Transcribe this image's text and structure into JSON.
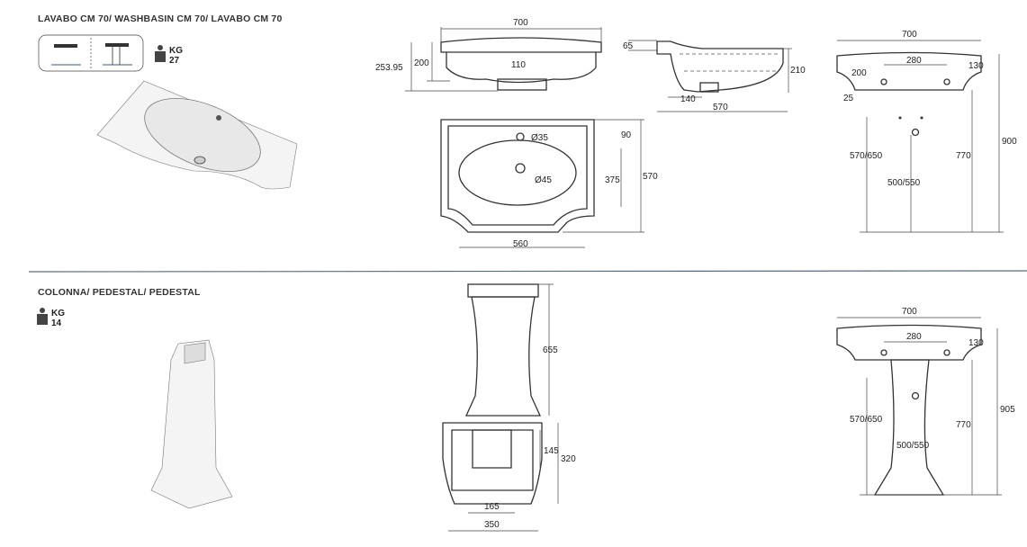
{
  "washbasin": {
    "title": "LAVABO CM 70/ WASHBASIN CM 70/ LAVABO CM 70",
    "weight_unit": "KG",
    "weight": "27",
    "front_view": {
      "width": "700",
      "total_height": "253.95",
      "height": "200",
      "center": "110"
    },
    "side_view": {
      "rim": "65",
      "height": "210",
      "drain": "140",
      "depth": "570"
    },
    "plan_view": {
      "tap_hole": "Ø35",
      "drain_hole": "Ø45",
      "tap_offset": "90",
      "bowl_depth": "375",
      "depth": "570",
      "bottom_width": "560"
    },
    "wall_view": {
      "width": "700",
      "side_height": "200",
      "hole_spacing": "280",
      "hole_offset": "130",
      "thickness": "25",
      "supply_height": "570/650",
      "drain_height": "500/550",
      "rim_height": "770",
      "total_height": "900"
    }
  },
  "pedestal": {
    "title": "COLONNA/ PEDESTAL/ PEDESTAL",
    "weight_unit": "KG",
    "weight": "14",
    "front_view": {
      "height": "655"
    },
    "plan_view": {
      "inner_depth": "145",
      "depth": "320",
      "inner_width": "165",
      "width": "350"
    },
    "assembly_view": {
      "width": "700",
      "hole_spacing": "280",
      "hole_offset": "130",
      "supply_height": "570/650",
      "drain_height": "500/550",
      "rim_height": "770",
      "total_height": "905"
    }
  }
}
